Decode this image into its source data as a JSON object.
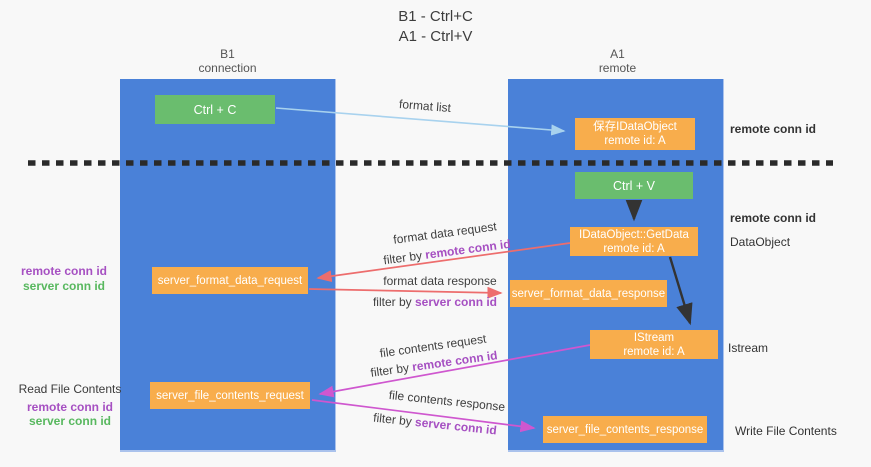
{
  "title": {
    "line1": "B1 - Ctrl+C",
    "line2": "A1 - Ctrl+V"
  },
  "lanes": {
    "left": {
      "name": "B1",
      "role": "connection"
    },
    "right": {
      "name": "A1",
      "role": "remote"
    }
  },
  "nodes": {
    "ctrl_c": {
      "label": "Ctrl + C"
    },
    "save_dataobject": {
      "line1": "保存IDataObject",
      "line2": "remote id: A"
    },
    "ctrl_v": {
      "label": "Ctrl + V"
    },
    "getdata": {
      "line1": "IDataObject::GetData",
      "line2": "remote id: A"
    },
    "server_format_data_request": {
      "label": "server_format_data_request"
    },
    "server_format_data_response": {
      "label": "server_format_data_response"
    },
    "istream": {
      "line1": "IStream",
      "line2": "remote id: A"
    },
    "server_file_contents_request": {
      "label": "server_file_contents_request"
    },
    "server_file_contents_response": {
      "label": "server_file_contents_response"
    }
  },
  "edges": {
    "format_list": {
      "label": "format list"
    },
    "format_data_request": {
      "label": "format data request",
      "filter_prefix": "filter by ",
      "filter_key": "remote conn id"
    },
    "format_data_response": {
      "label": "format data response",
      "filter_prefix": "filter by ",
      "filter_key": "server conn id"
    },
    "file_contents_request": {
      "label": "file contents request",
      "filter_prefix": "filter by ",
      "filter_key": "remote conn id"
    },
    "file_contents_response": {
      "label": "file contents response",
      "filter_prefix": "filter by ",
      "filter_key": "server conn id"
    }
  },
  "side_labels": {
    "right_top_remote_conn": "remote conn id",
    "right_mid_remote_conn": "remote conn id",
    "dataobject": "DataObject",
    "istream": "Istream",
    "write_file_contents": "Write File Contents",
    "left_mid": {
      "remote": "remote conn id",
      "server": "server conn id"
    },
    "left_bottom": {
      "title": "Read File Contents",
      "remote": "remote conn id",
      "server": "server conn id"
    }
  },
  "colors": {
    "panel_blue": "#4a81d8",
    "box_orange": "#f8ad4c",
    "box_green": "#6abd6e",
    "purple_text": "#a650c2",
    "green_text": "#58b85f",
    "arrow_lightblue": "#a8d2ee",
    "arrow_red": "#ed6d6d",
    "arrow_magenta": "#cf57cf",
    "arrow_black": "#333333"
  }
}
